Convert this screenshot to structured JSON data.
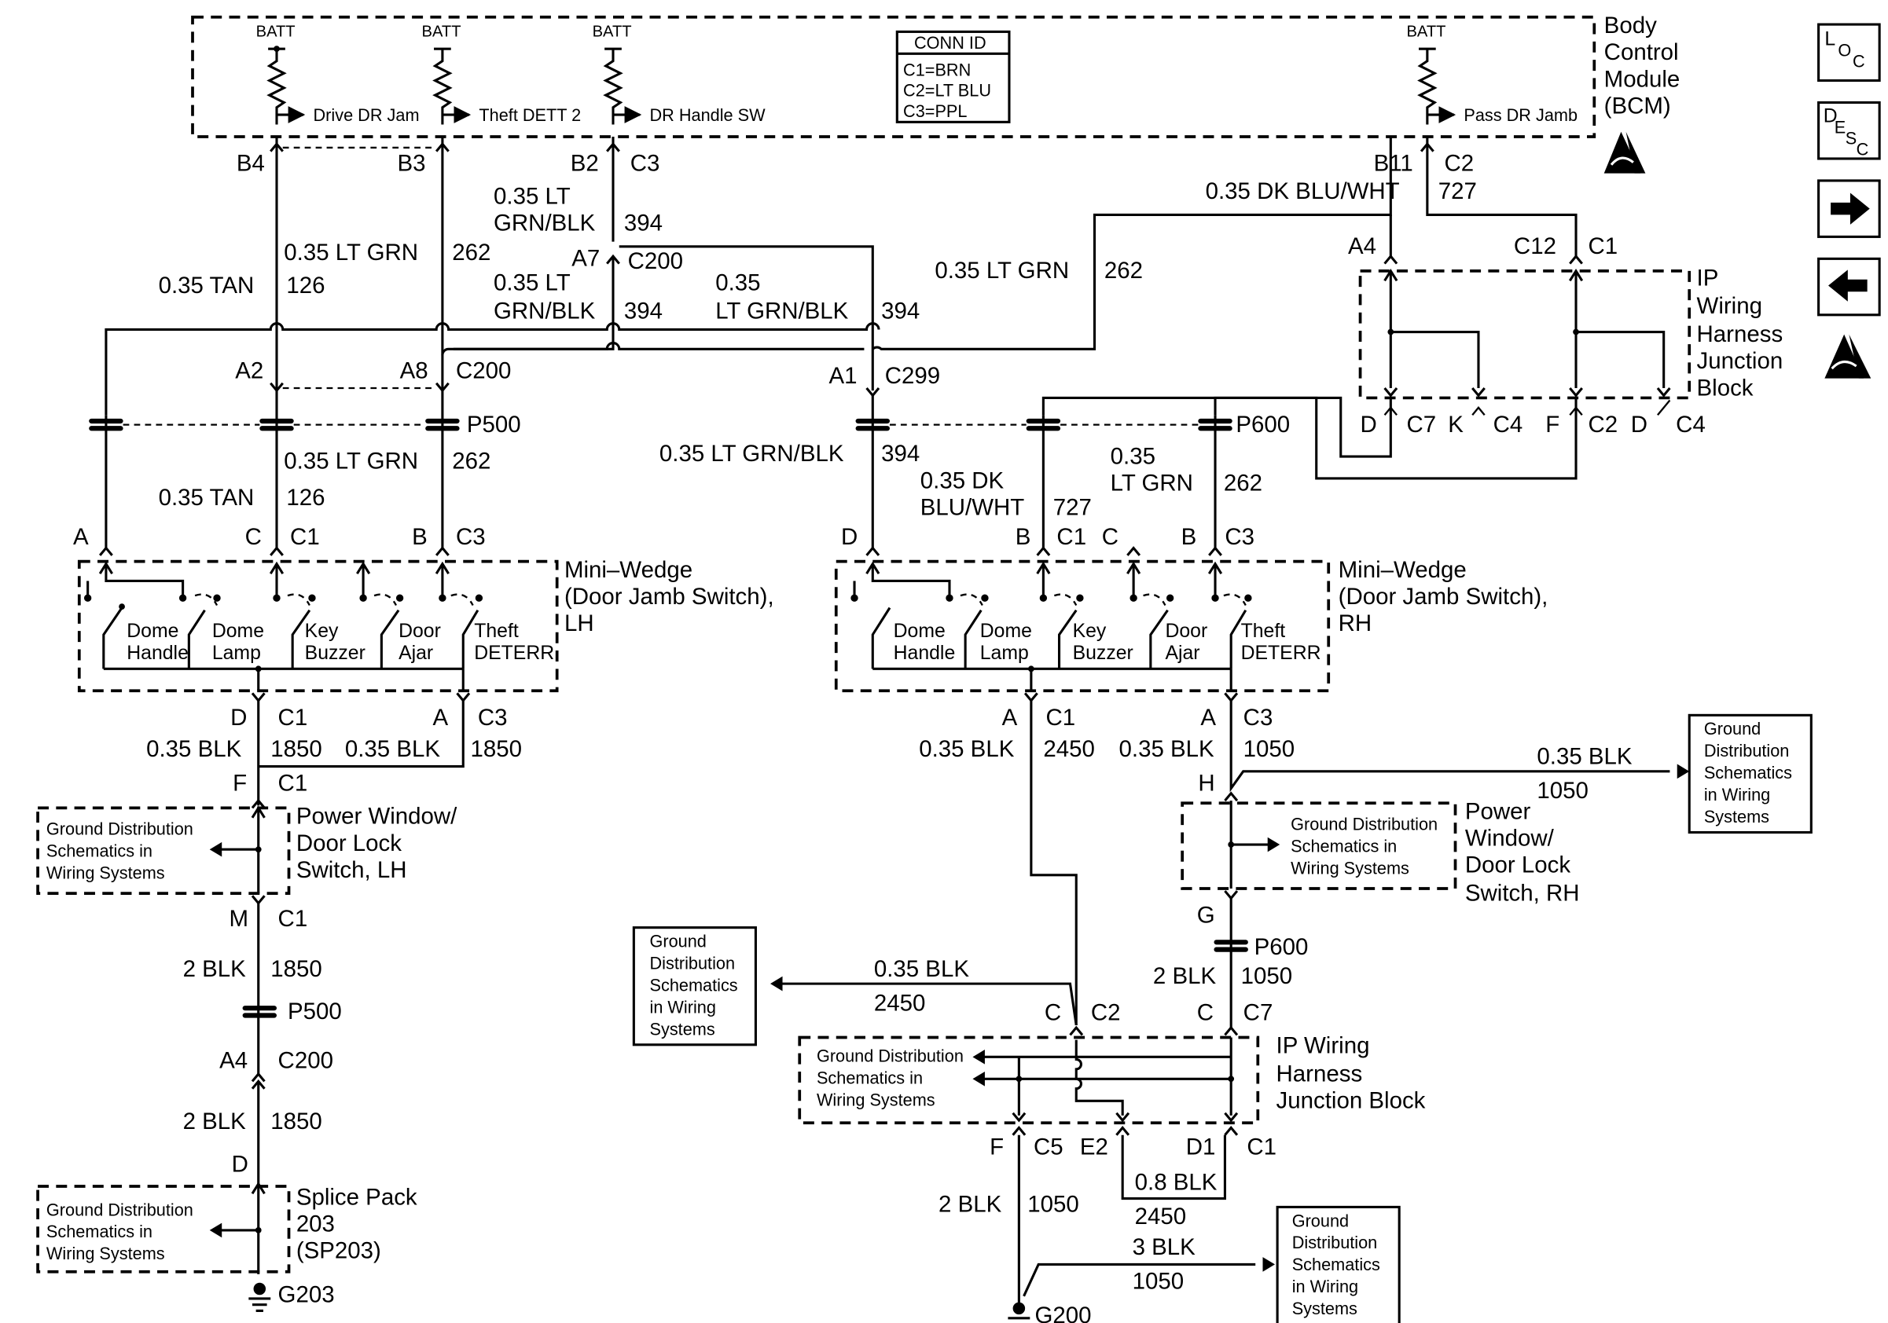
{
  "bcm": {
    "title": [
      "Body",
      "Control",
      "Module",
      "(BCM)"
    ],
    "batt": "BATT",
    "inputs": [
      "Drive DR Jam",
      "Theft DETT 2",
      "DR Handle SW",
      "Pass DR Jamb"
    ],
    "conn_id": {
      "title": "CONN ID",
      "lines": [
        "C1=BRN",
        "C2=LT BLU",
        "C3=PPL"
      ]
    }
  },
  "side_buttons": {
    "loc": [
      "L",
      "O",
      "C"
    ],
    "desc": [
      "D",
      "E",
      "S",
      "C"
    ]
  },
  "wires": {
    "tan": "0.35 TAN",
    "tan_num": "126",
    "ltgrn": "0.35 LT GRN",
    "ltgrn_num": "262",
    "ltgrnblk_a": [
      "0.35 LT",
      "GRN/BLK"
    ],
    "ltgrnblk_num": "394",
    "ltgrnblk_b": [
      "0.35",
      "LT GRN/BLK"
    ],
    "ltgrnblk_c": "0.35 LT GRN/BLK",
    "dkbluwht": "0.35 DK BLU/WHT",
    "dkbluwht_num": "727",
    "dkbluwht_b": [
      "0.35 DK",
      "BLU/WHT"
    ],
    "ltgrn_b": [
      "0.35",
      "LT GRN"
    ],
    "blk035": "0.35 BLK",
    "blk2": "2 BLK",
    "blk08": "0.8 BLK",
    "blk3": "3 BLK",
    "n1850": "1850",
    "n2450": "2450",
    "n1050": "1050"
  },
  "connectors": {
    "B4": "B4",
    "B3": "B3",
    "B2": "B2",
    "C3": "C3",
    "B11": "B11",
    "C2": "C2",
    "A7": "A7",
    "C200": "C200",
    "A2": "A2",
    "A8": "A8",
    "A1": "A1",
    "C299": "C299",
    "A4": "A4",
    "C12": "C12",
    "C1": "C1",
    "P500": "P500",
    "P600": "P600",
    "D": "D",
    "C7": "C7",
    "K": "K",
    "C4": "C4",
    "F": "F",
    "A": "A",
    "C": "C",
    "B": "B",
    "M": "M",
    "G": "G",
    "H": "H",
    "C5": "C5",
    "E2": "E2",
    "D1": "D1",
    "G203": "G203",
    "G200": "G200"
  },
  "ipjb_top": [
    "IP",
    "Wiring",
    "Harness",
    "Junction",
    "Block"
  ],
  "mini_wedge_lh": [
    "Mini–Wedge",
    "(Door Jamb Switch),",
    "LH"
  ],
  "mini_wedge_rh": [
    "Mini–Wedge",
    "(Door Jamb Switch),",
    "RH"
  ],
  "switches": {
    "dome_handle": [
      "Dome",
      "Handle"
    ],
    "dome_lamp": [
      "Dome",
      "Lamp"
    ],
    "key_buzzer": [
      "Key",
      "Buzzer"
    ],
    "door_ajar": [
      "Door",
      "Ajar"
    ],
    "theft_deterr": [
      "Theft",
      "DETERR"
    ]
  },
  "pwdl_lh": [
    "Power Window/",
    "Door Lock",
    "Switch, LH"
  ],
  "pwdl_rh": [
    "Power",
    "Window/",
    "Door Lock",
    "Switch, RH"
  ],
  "ipjb_bottom": [
    "IP Wiring",
    "Harness",
    "Junction Block"
  ],
  "splice_pack": [
    "Splice Pack",
    "203",
    "(SP203)"
  ],
  "ground_dist": [
    "Ground Distribution",
    "Schematics in",
    "Wiring Systems"
  ],
  "ground_dist_box": [
    "Ground",
    "Distribution",
    "Schematics",
    "in Wiring",
    "Systems"
  ]
}
